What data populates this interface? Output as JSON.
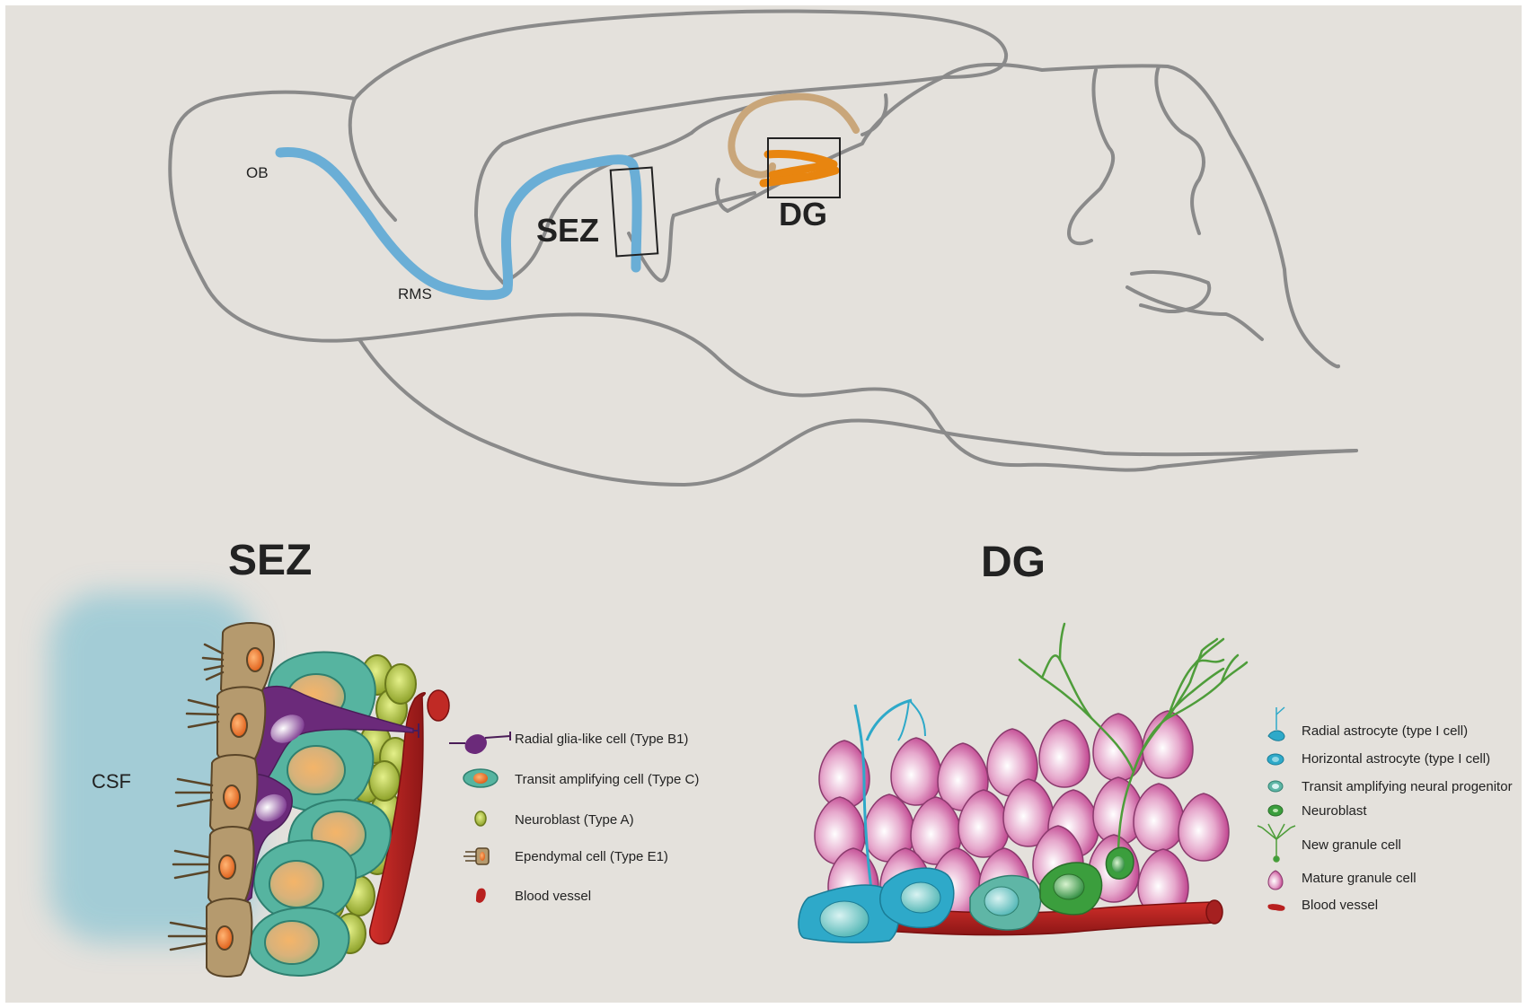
{
  "colors": {
    "background": "#e4e1dc",
    "outline": "#8a8a8a",
    "rms_stream": "#6aaed6",
    "dg_outer": "#c9a67a",
    "dg_inner": "#e8850f",
    "radial_glia": "#6b2a7a",
    "transit_cell": "#56b4a0",
    "neuroblast_sez": "#9aa533",
    "ependymal": "#b59a6e",
    "blood_vessel": "#b8201f",
    "csf": "#8ec6d4",
    "radial_astrocyte": "#2ea9c9",
    "neuroblast_dg": "#3b9e3d",
    "granule_cell": "#c0448f"
  },
  "brain": {
    "label_ob": "OB",
    "label_rms": "RMS",
    "label_sez": "SEZ",
    "label_dg": "DG"
  },
  "sez_panel": {
    "title": "SEZ",
    "csf_label": "CSF",
    "legend": [
      {
        "icon": "radial-glia-icon",
        "label": "Radial glia-like cell (Type B1)"
      },
      {
        "icon": "transit-cell-icon",
        "label": "Transit amplifying cell (Type C)"
      },
      {
        "icon": "neuroblast-icon",
        "label": "Neuroblast (Type A)"
      },
      {
        "icon": "ependymal-icon",
        "label": "Ependymal cell (Type E1)"
      },
      {
        "icon": "blood-vessel-icon",
        "label": "Blood vessel"
      }
    ]
  },
  "dg_panel": {
    "title": "DG",
    "legend": [
      {
        "icon": "radial-astrocyte-icon",
        "label": "Radial astrocyte (type I cell)"
      },
      {
        "icon": "horizontal-astrocyte-icon",
        "label": "Horizontal astrocyte (type I cell)"
      },
      {
        "icon": "transit-progenitor-icon",
        "label": "Transit amplifying neural progenitor"
      },
      {
        "icon": "neuroblast-icon",
        "label": "Neuroblast"
      },
      {
        "icon": "new-granule-cell-icon",
        "label": "New granule cell"
      },
      {
        "icon": "mature-granule-cell-icon",
        "label": "Mature granule cell"
      },
      {
        "icon": "blood-vessel-icon",
        "label": "Blood vessel"
      }
    ]
  }
}
